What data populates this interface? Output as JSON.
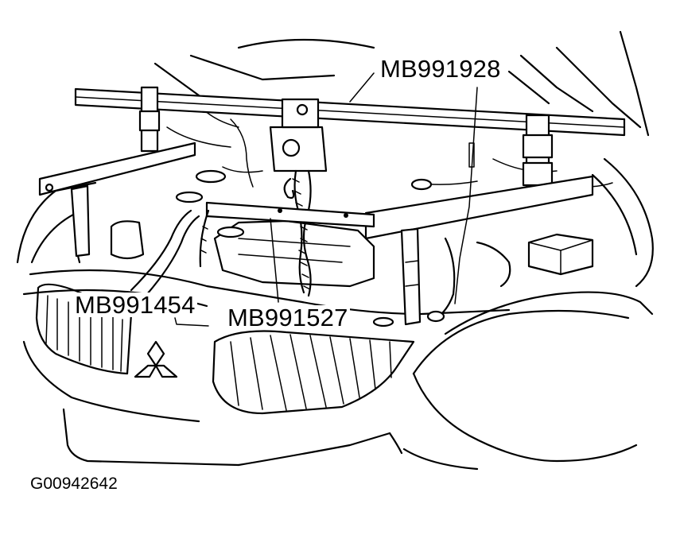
{
  "diagram": {
    "callouts": {
      "engine_hanger": "MB991928",
      "slide_bracket": "MB991454",
      "chain_bracket": "MB991527"
    },
    "figure_id": "G00942642",
    "icons": [
      "mitsubishi-logo-icon"
    ]
  }
}
